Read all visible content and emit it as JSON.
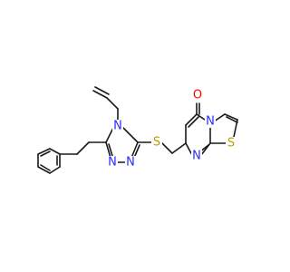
{
  "colors": {
    "bond": "#1a1a1a",
    "carbon": "#1a1a1a",
    "nitrogen": "#2a2aff",
    "sulfur": "#b8a000",
    "oxygen": "#ff0000"
  },
  "atoms": {
    "n_triazole_4": {
      "label": "N",
      "element": "nitrogen"
    },
    "n_triazole_2": {
      "label": "N",
      "element": "nitrogen"
    },
    "n_triazole_1": {
      "label": "N",
      "element": "nitrogen"
    },
    "s_thioether": {
      "label": "S",
      "element": "sulfur"
    },
    "o_carbonyl": {
      "label": "O",
      "element": "oxygen"
    },
    "n_fused": {
      "label": "N",
      "element": "nitrogen"
    },
    "n_pyrimidine": {
      "label": "N",
      "element": "nitrogen"
    },
    "s_thiazole": {
      "label": "S",
      "element": "sulfur"
    }
  }
}
